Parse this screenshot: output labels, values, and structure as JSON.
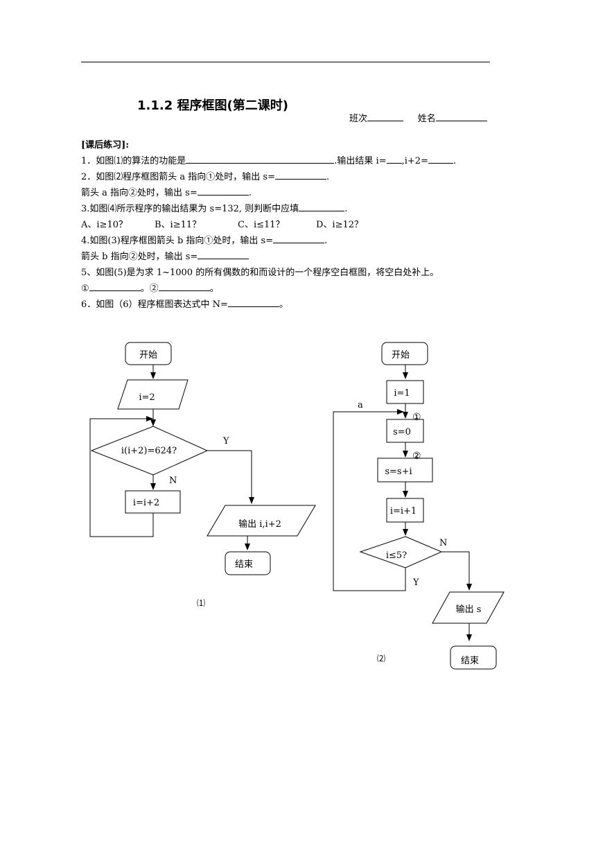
{
  "header": {
    "title": "1.1.2 程序框图(第二课时)",
    "class_label": "班次",
    "name_label": "姓名"
  },
  "exercise": {
    "section_label": "[课后练习]:",
    "q1": {
      "a": "1．如图⑴的算法的功能是",
      "b": ".输出结果 i=",
      "c": ",i+2=",
      "d": "."
    },
    "q2": {
      "a": "2．如图⑵程序框图箭头 a 指向①处时，输出  s=",
      "b": "."
    },
    "q2b": {
      "a": "箭头 a 指向②处时，输出  s=",
      "b": "."
    },
    "q3": {
      "a": "3.如图⑷所示程序的输出结果为 s=132, 则判断中应填",
      "b": "."
    },
    "q3_options": [
      "A、i≥10？",
      "B、i≥11？",
      "C、i≤11？",
      "D、i≥12？"
    ],
    "q4": {
      "a": "4.如图(3)程序框图箭头 b 指向①处时，输出  s=",
      "b": "."
    },
    "q4b": {
      "a": "箭头 b 指向②处时，输出  s="
    },
    "q5": "5、如图(5)是为求 1~1000 的所有偶数的和而设计的一个程序空白框图，将空白处补上。",
    "q5_blanks": {
      "a": "①",
      "b": "。②",
      "c": "。"
    },
    "q6": {
      "a": "6．如图（6）程序框图表达式中 N=",
      "b": "。"
    }
  },
  "flowchart1": {
    "start": "开始",
    "init": "i=2",
    "condition": "i(i+2)=624?",
    "yes": "Y",
    "no": "N",
    "update": "i=i+2",
    "output": "输出 i,i+2",
    "end": "结束",
    "caption": "⑴"
  },
  "flowchart2": {
    "start": "开始",
    "init_i": "i=1",
    "arrow_label": "a",
    "mark1": "①",
    "init_s": "s=0",
    "mark2": "②",
    "accum": "s=s+i",
    "incr": "i=i+1",
    "condition": "i≤5?",
    "no": "N",
    "yes": "Y",
    "output": "输出 s",
    "end": "结束",
    "caption": "⑵"
  }
}
